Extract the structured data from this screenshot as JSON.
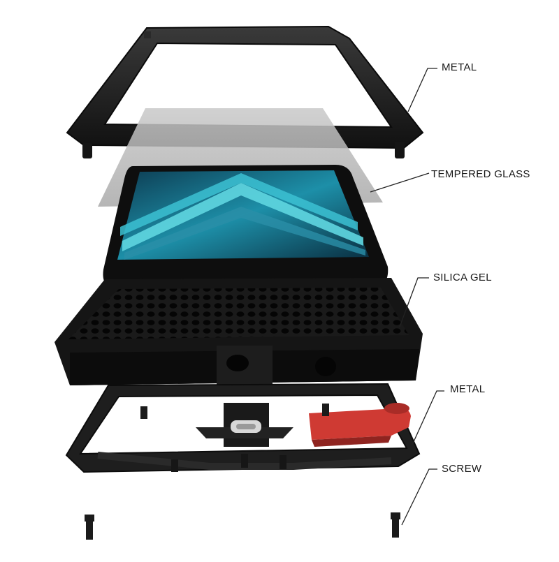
{
  "labels": {
    "metal_top": "METAL",
    "tempered_glass": "TEMPERED GLASS",
    "silica_gel": "SILICA GEL",
    "metal_bottom": "METAL",
    "screw": "SCREW"
  },
  "colors": {
    "frame": "#1e1e1e",
    "glass": "#b9b9b9",
    "screen_teal": "#2fb8c8",
    "red_tab": "#cf3a33",
    "leader": "#222222"
  }
}
